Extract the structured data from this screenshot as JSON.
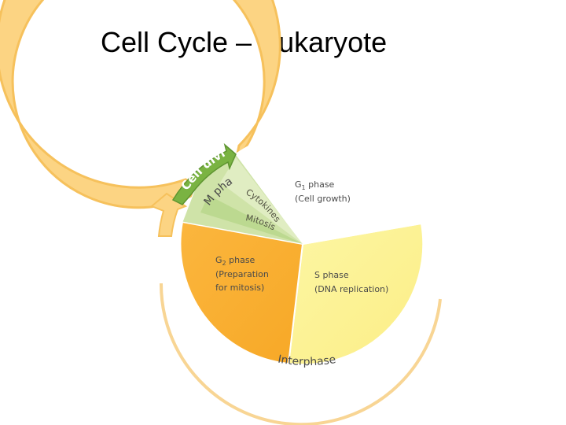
{
  "title": "Cell Cycle – Eukaryote",
  "diagram": {
    "cell_division": "Cell division",
    "m_phase": "M phase",
    "cytokinesis": "Cytokinesis",
    "mitosis": "Mitosis",
    "g1_name": "G",
    "g1_sub": "1",
    "g1_word": " phase",
    "g1_desc": "(Cell growth)",
    "s_name": "S phase",
    "s_desc": "(DNA replication)",
    "g2_name": "G",
    "g2_sub": "2",
    "g2_word": " phase",
    "g2_desc1": "(Preparation",
    "g2_desc2": "for mitosis)",
    "interphase": "Interphase"
  }
}
